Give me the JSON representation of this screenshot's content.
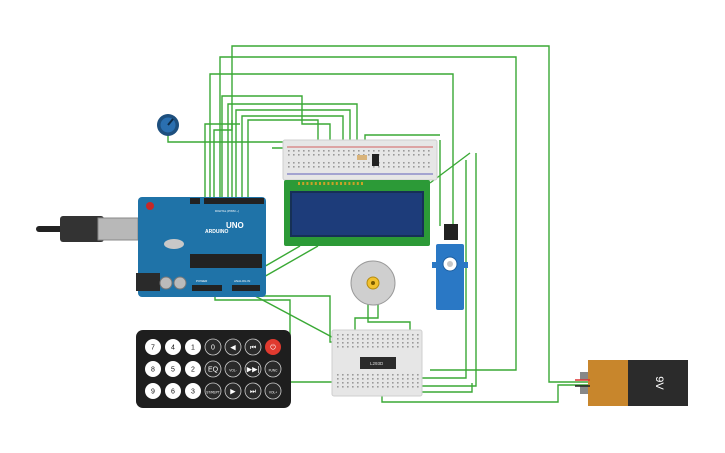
{
  "arduino": {
    "brand": "ARDUINO",
    "model": "UNO",
    "label_digital": "DIGITAL (PWM ~)",
    "label_power": "POWER",
    "label_analog": "ANALOG IN"
  },
  "driver_chip": {
    "label": "L293D"
  },
  "battery": {
    "label": "9V"
  },
  "remote": {
    "keys_row1": [
      "7",
      "4",
      "1",
      "0",
      "◀",
      "⏮",
      "⏻"
    ],
    "keys_row2": [
      "8",
      "5",
      "2",
      "EQ",
      "VOL-",
      "▶▶|",
      "FUNC"
    ],
    "keys_row3": [
      "9",
      "6",
      "3",
      "ST/REPT",
      "▶",
      "⏭",
      "VOL+"
    ]
  },
  "colors": {
    "wire": "#3aa935",
    "arduino_board": "#1f73a8",
    "lcd_frame": "#2c9a37",
    "lcd_screen": "#1d3c7a",
    "breadboard": "#e6e6e6",
    "battery_top": "#c8862c",
    "battery_body": "#2b2b2b",
    "remote_body": "#1e1e1e",
    "power_key": "#e03a2f",
    "servo": "#2a78c5"
  }
}
